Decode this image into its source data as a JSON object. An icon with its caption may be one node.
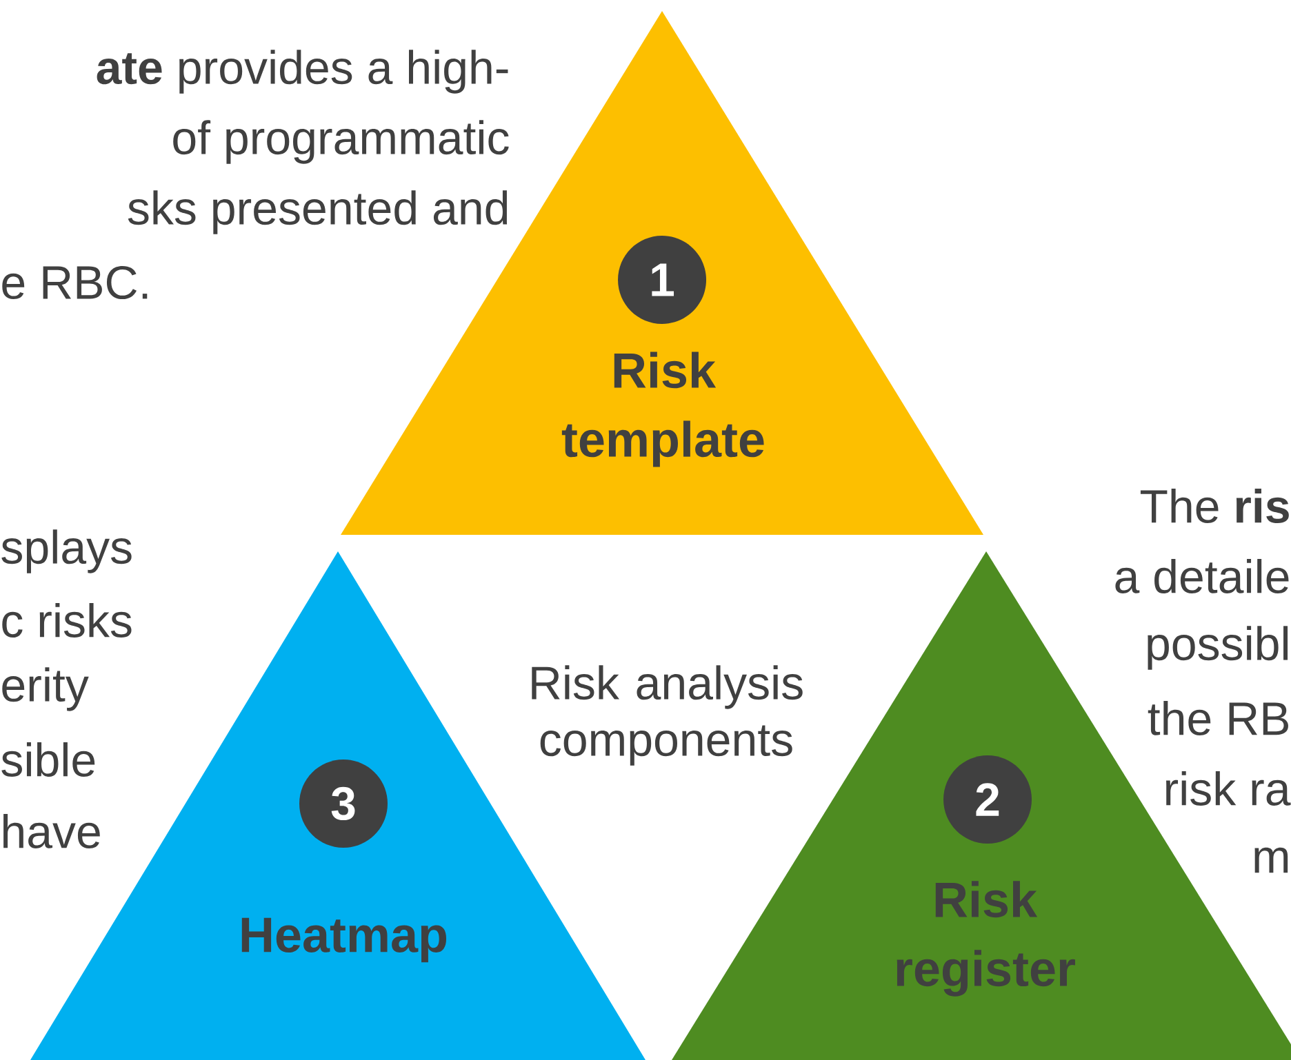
{
  "diagram": {
    "nodes": [
      {
        "text": [
          "Risk template"
        ]
      },
      {
        "text": [
          "1"
        ],
        "in": 0
      },
      {
        "text": [
          "Heatmap"
        ]
      },
      {
        "text": [
          "3"
        ],
        "in": 2
      },
      {
        "text": [
          "Risk register"
        ]
      },
      {
        "text": [
          "2"
        ],
        "in": 4
      }
    ],
    "labels": [
      "**ate** provides a high-",
      "of programmatic",
      "sks presented and",
      "e RBC.",
      "splays",
      "c risks",
      "erity",
      "sible",
      "have",
      "Risk analysis components",
      "The **ris**",
      "a detaile",
      "possibl",
      "the RB",
      "risk ra",
      "m"
    ]
  }
}
